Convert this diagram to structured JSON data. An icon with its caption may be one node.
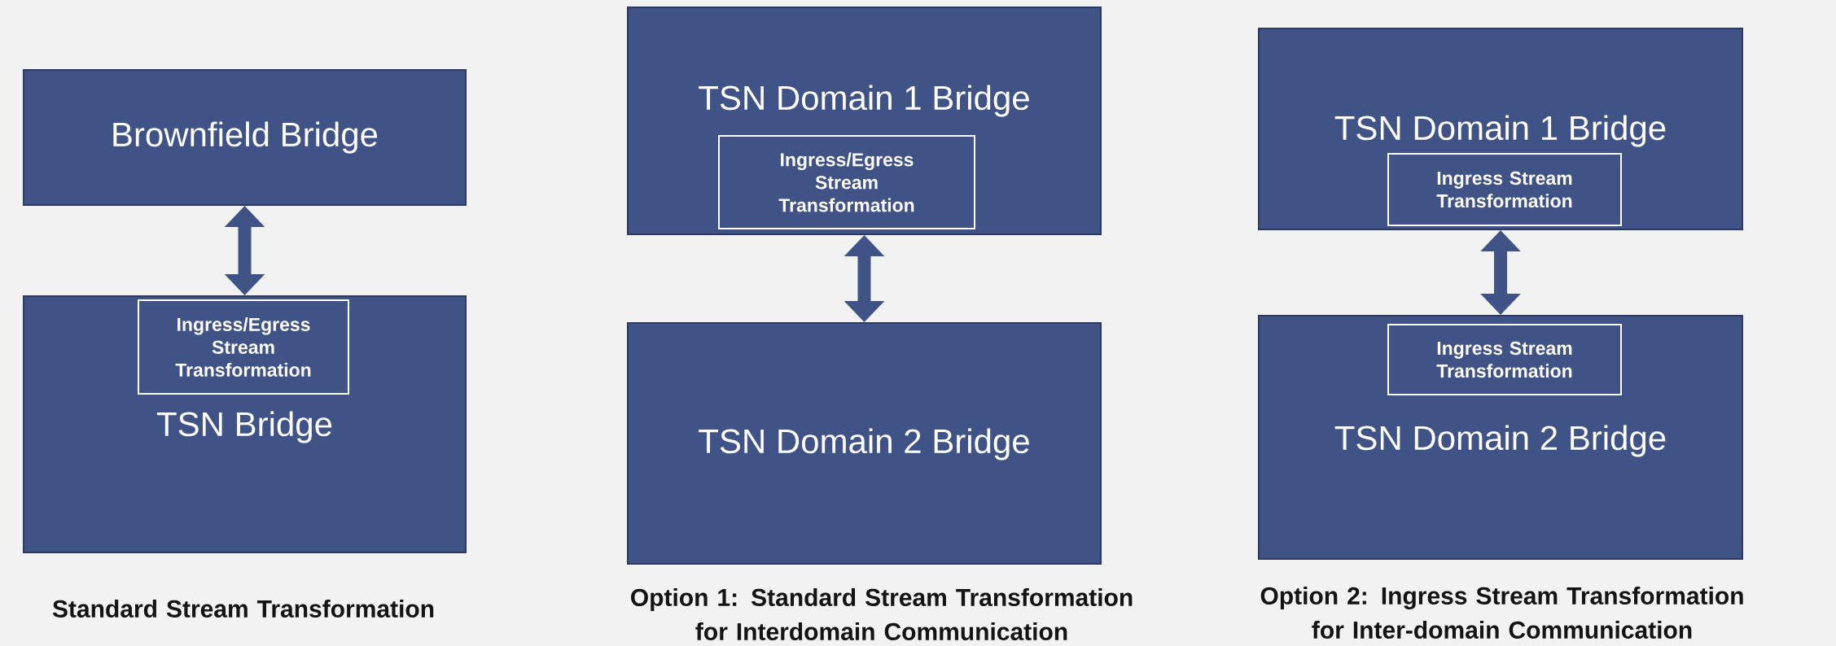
{
  "diagram": {
    "nodes": [
      {
        "text": [
          "Brownfield Bridge"
        ]
      },
      {
        "text": [
          "TSN Bridge"
        ]
      },
      {
        "text": [
          "Ingress/Egress Stream Transformation"
        ],
        "in": 1
      },
      {
        "text": [
          "TSN Domain 1 Bridge"
        ]
      },
      {
        "text": [
          "Ingress/Egress Stream Transformation"
        ],
        "in": 3
      },
      {
        "text": [
          "TSN Domain 2 Bridge"
        ]
      },
      {
        "text": [
          "TSN Domain 1 Bridge"
        ]
      },
      {
        "text": [
          "Ingress Stream Transformation"
        ],
        "in": 6
      },
      {
        "text": [
          "TSN Domain 2 Bridge"
        ]
      },
      {
        "text": [
          "Ingress Stream Transformation"
        ],
        "in": 8
      }
    ],
    "edges": [
      {
        "from": 0,
        "to": 1,
        "arrow": "both"
      },
      {
        "from": 3,
        "to": 5,
        "arrow": "both"
      },
      {
        "from": 6,
        "to": 8,
        "arrow": "both"
      }
    ],
    "labels": [
      "Standard Stream Transformation",
      "Option 1: Standard Stream Transformation for Interdomain Communication",
      "Option 2: Ingress Stream Transformation for Inter-domain Communication"
    ]
  }
}
